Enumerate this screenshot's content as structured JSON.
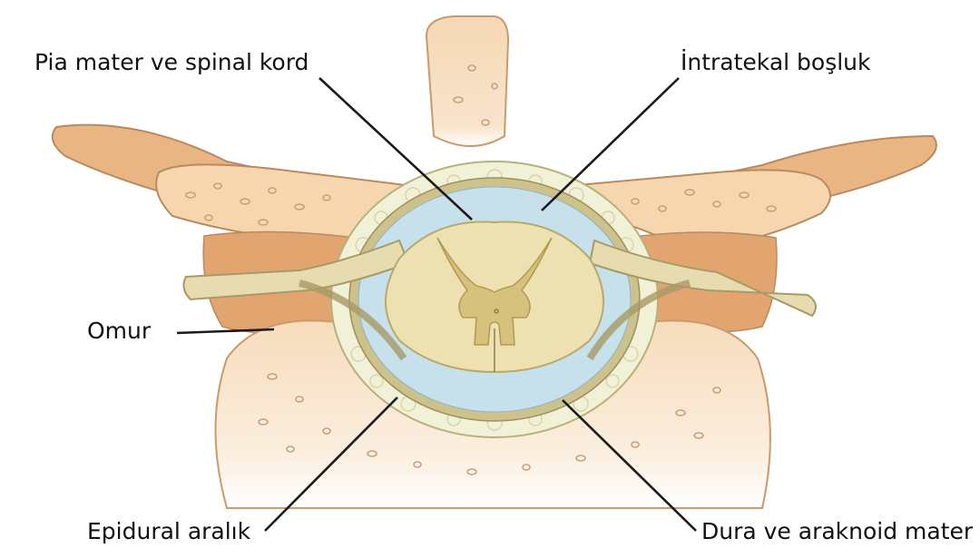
{
  "labels": {
    "pia_mater": "Pia mater ve spinal kord",
    "intrathecal": "İntratekal boşluk",
    "vertebra": "Omur",
    "epidural": "Epidural aralık",
    "dura_arachnoid": "Dura ve araknoid mater"
  },
  "colors": {
    "bone_light": "#f5d7b2",
    "bone_mid": "#eec49a",
    "bone_dark": "#e0a46e",
    "bone_outline": "#b98a60",
    "fat_epidural": "#f1f1d7",
    "csf_space": "#c6e1ec",
    "dura": "#cdc18c",
    "spinal_cord": "#ede1b2",
    "grey_matter": "#d6c27c",
    "nerve_root": "#e6dcaf"
  }
}
